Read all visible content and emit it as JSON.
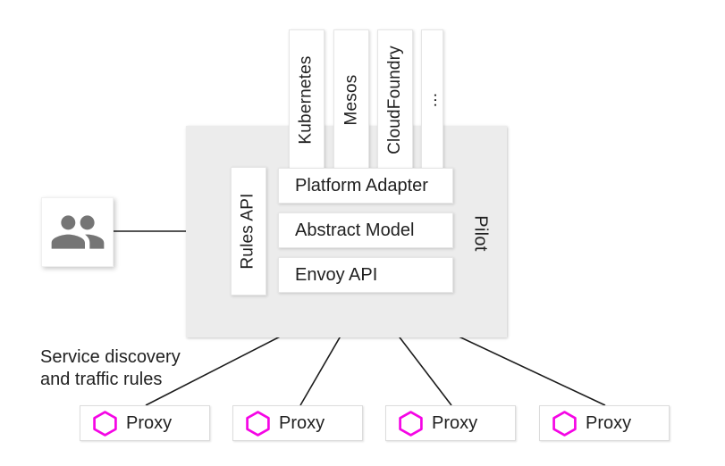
{
  "diagram": {
    "platforms": [
      {
        "label": "Kubernetes"
      },
      {
        "label": "Mesos"
      },
      {
        "label": "CloudFoundry"
      },
      {
        "label": "..."
      }
    ],
    "pilot": {
      "label": "Pilot",
      "rules_api_label": "Rules API",
      "layers": [
        "Platform Adapter",
        "Abstract Model",
        "Envoy API"
      ]
    },
    "annotation": "Service discovery\nand traffic rules",
    "proxies": [
      {
        "label": "Proxy"
      },
      {
        "label": "Proxy"
      },
      {
        "label": "Proxy"
      },
      {
        "label": "Proxy"
      }
    ],
    "colors": {
      "hexagon": "#f505e5",
      "pilot_bg": "#ececec",
      "icon_gray": "#757575",
      "line": "#1c1c1c",
      "text": "#212121"
    }
  }
}
